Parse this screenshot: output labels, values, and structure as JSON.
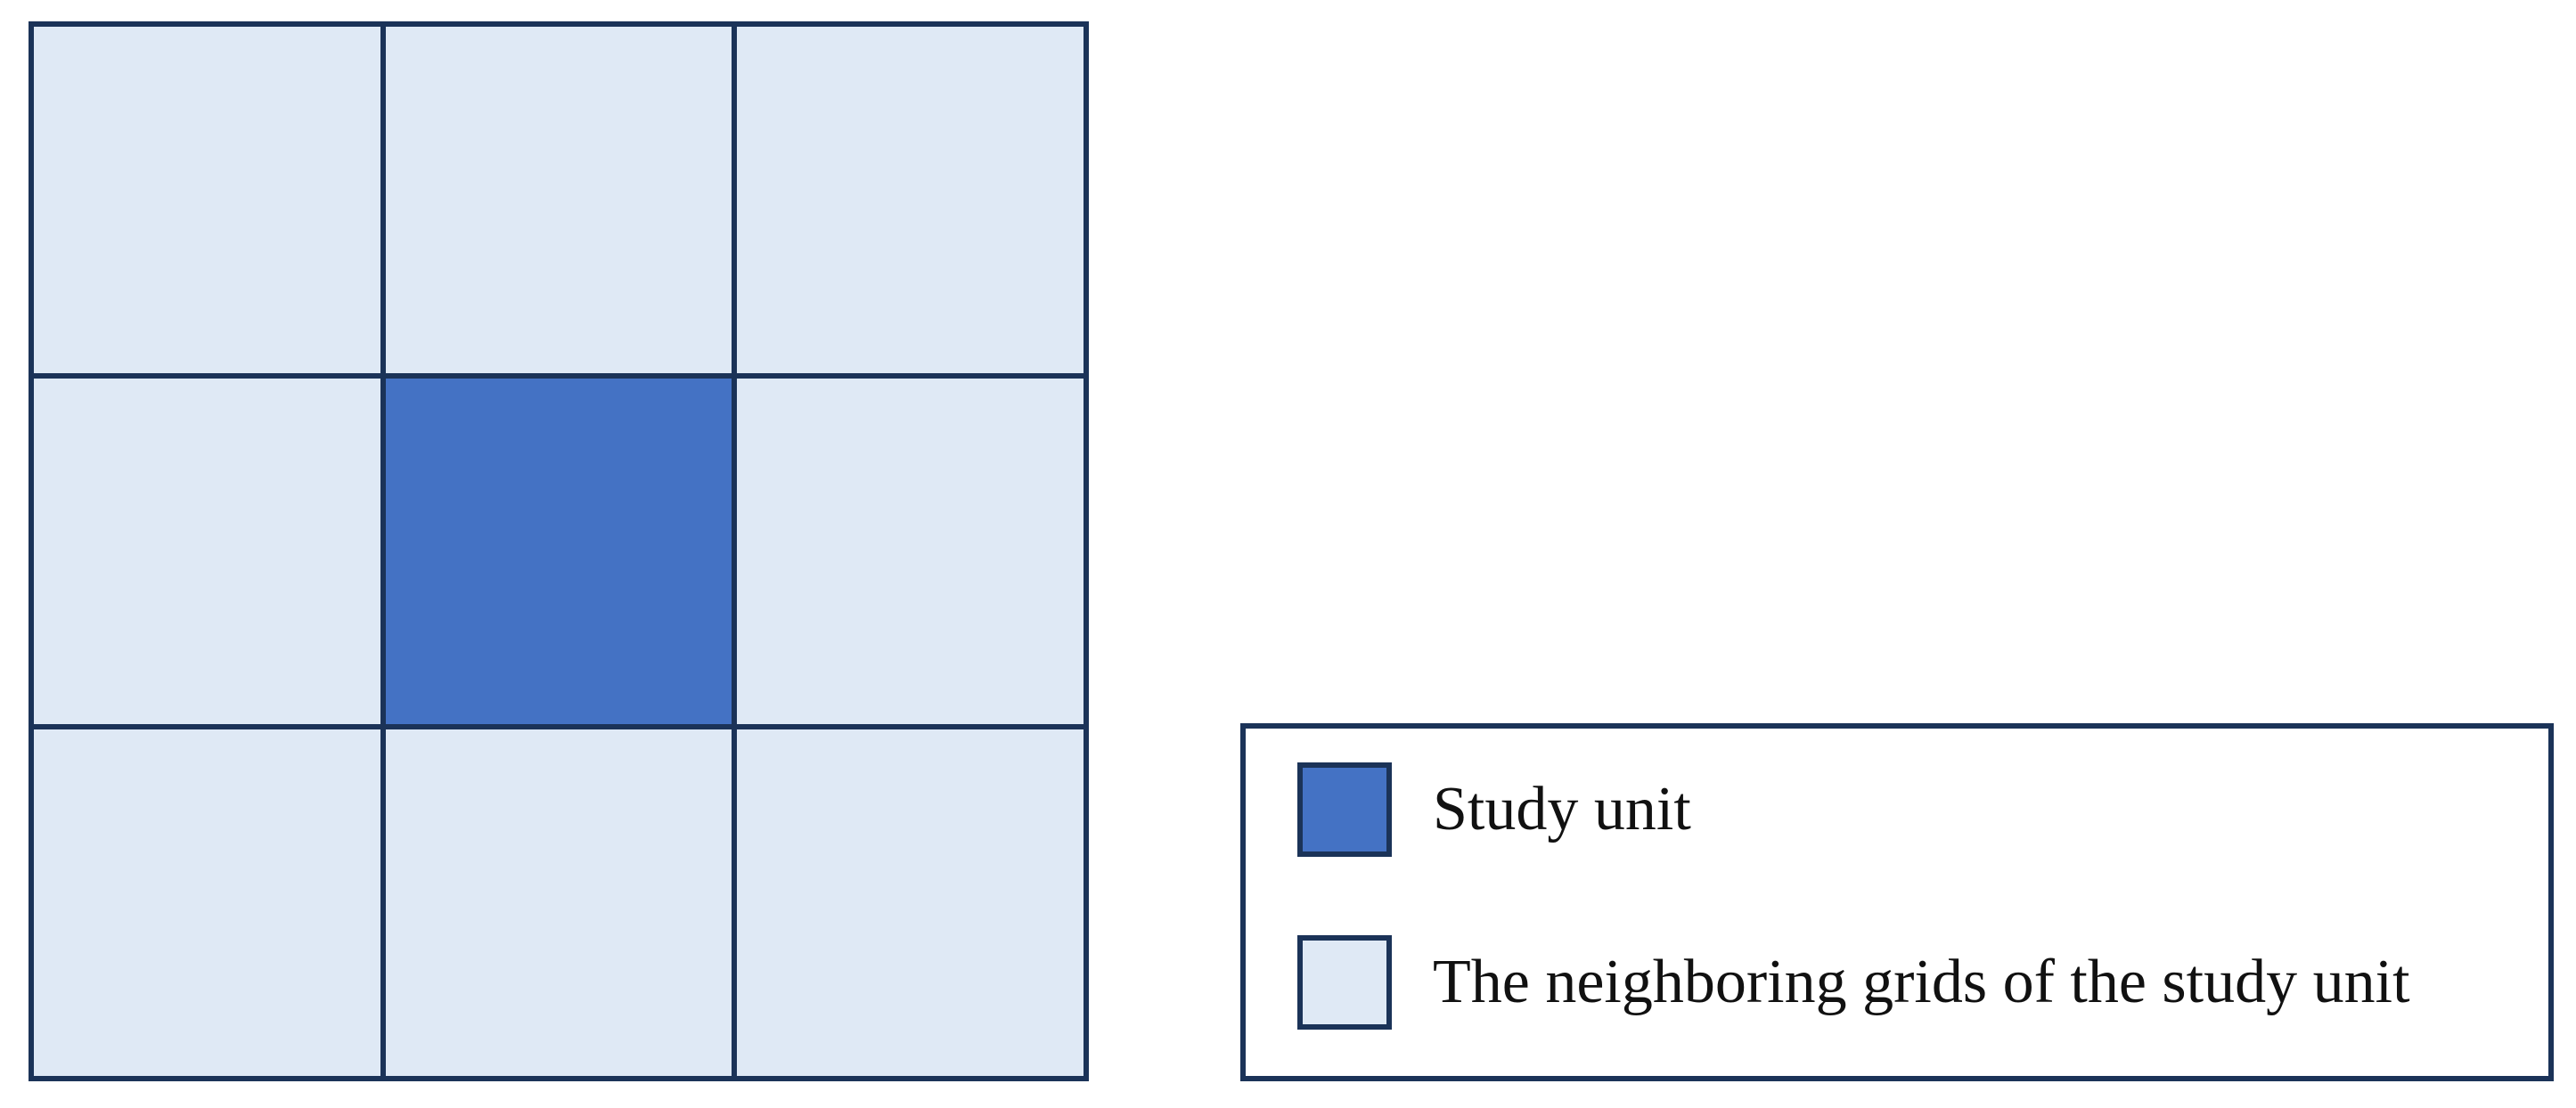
{
  "diagram": {
    "grid": {
      "rows": 3,
      "columns": 3,
      "cells": [
        {
          "role": "neighbor"
        },
        {
          "role": "neighbor"
        },
        {
          "role": "neighbor"
        },
        {
          "role": "neighbor"
        },
        {
          "role": "study"
        },
        {
          "role": "neighbor"
        },
        {
          "role": "neighbor"
        },
        {
          "role": "neighbor"
        },
        {
          "role": "neighbor"
        }
      ]
    },
    "colors": {
      "study_unit": "#4472c4",
      "neighbor": "#dfe9f5",
      "outline": "#1b3358"
    },
    "legend": {
      "items": [
        {
          "label": "Study unit",
          "swatch": "study"
        },
        {
          "label": "The neighboring grids of the study unit",
          "swatch": "neighbor"
        }
      ]
    }
  }
}
